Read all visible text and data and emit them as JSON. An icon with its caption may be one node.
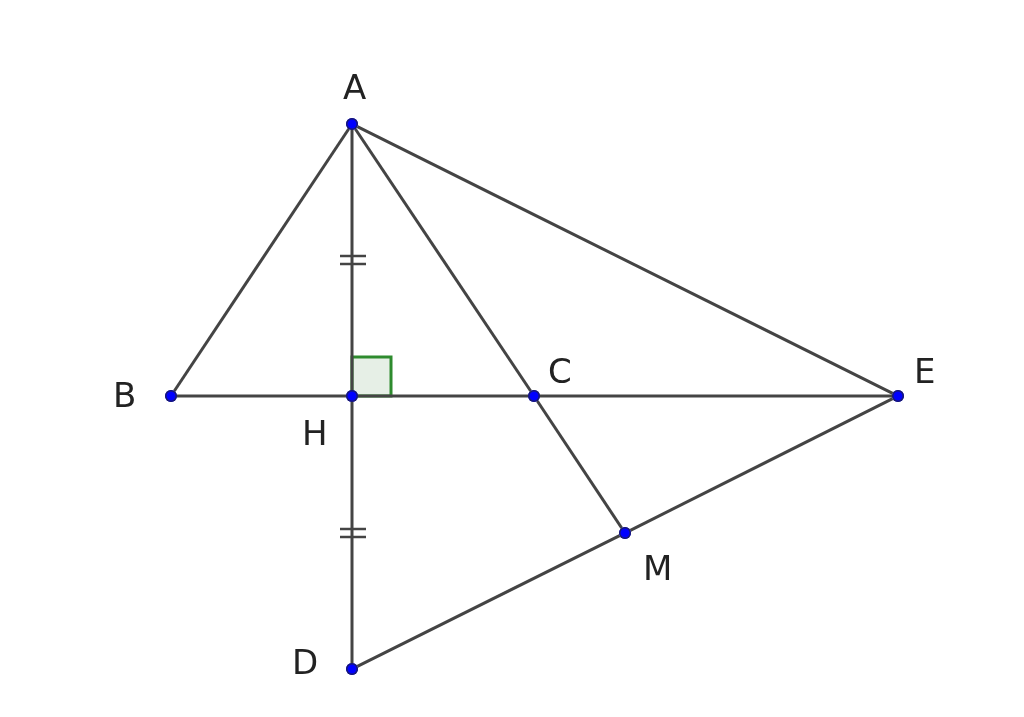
{
  "diagram": {
    "nodes": [
      {
        "text": [
          "A"
        ]
      },
      {
        "text": [
          "B"
        ]
      },
      {
        "text": [
          "H"
        ]
      },
      {
        "text": [
          "C"
        ]
      },
      {
        "text": [
          "E"
        ]
      },
      {
        "text": [
          "M"
        ]
      },
      {
        "text": [
          "D"
        ]
      }
    ],
    "edges": [
      {
        "from": 0,
        "to": 1,
        "arrow": "none"
      },
      {
        "from": 0,
        "to": 2,
        "arrow": "none"
      },
      {
        "from": 2,
        "to": 6,
        "arrow": "none"
      },
      {
        "from": 0,
        "to": 3,
        "arrow": "none"
      },
      {
        "from": 0,
        "to": 4,
        "arrow": "none"
      },
      {
        "from": 1,
        "to": 2,
        "arrow": "none"
      },
      {
        "from": 2,
        "to": 3,
        "arrow": "none"
      },
      {
        "from": 3,
        "to": 4,
        "arrow": "none"
      },
      {
        "from": 3,
        "to": 5,
        "arrow": "none"
      },
      {
        "from": 6,
        "to": 5,
        "arrow": "none"
      },
      {
        "from": 5,
        "to": 4,
        "arrow": "none"
      }
    ]
  }
}
